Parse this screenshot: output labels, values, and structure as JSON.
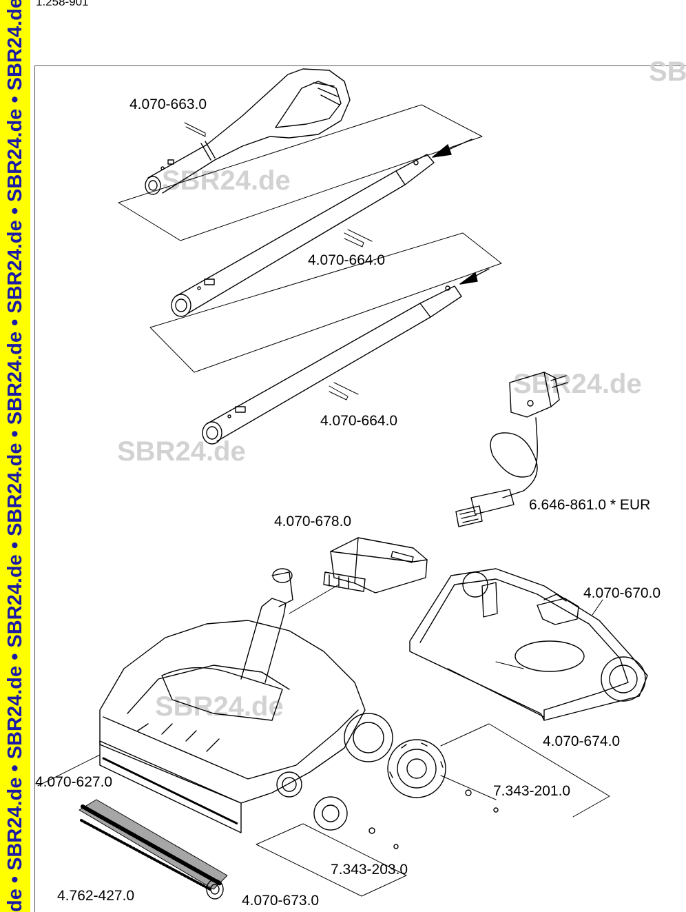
{
  "side_band": {
    "text": "de • SBR24.de • SBR24.de • SBR24.de • SBR24.de • SBR24.de • SBR24.de • SBR24.de • SBR24.de • SB",
    "color": "#ffff00",
    "text_color": "#1a1aa6"
  },
  "header": {
    "code": "1.258-901"
  },
  "watermarks": [
    "SBR24.de",
    "SBR24.de",
    "SBR24.de",
    "SBR24.de",
    "SB"
  ],
  "parts": [
    {
      "number": "4.070-663.0"
    },
    {
      "number": "4.070-664.0"
    },
    {
      "number": "4.070-664.0"
    },
    {
      "number": "6.646-861.0  * EUR"
    },
    {
      "number": "4.070-678.0"
    },
    {
      "number": "4.070-670.0"
    },
    {
      "number": "4.070-674.0"
    },
    {
      "number": "7.343-201.0"
    },
    {
      "number": "4.070-627.0"
    },
    {
      "number": "7.343-203.0"
    },
    {
      "number": "4.762-427.0"
    },
    {
      "number": "4.070-673.0"
    }
  ]
}
